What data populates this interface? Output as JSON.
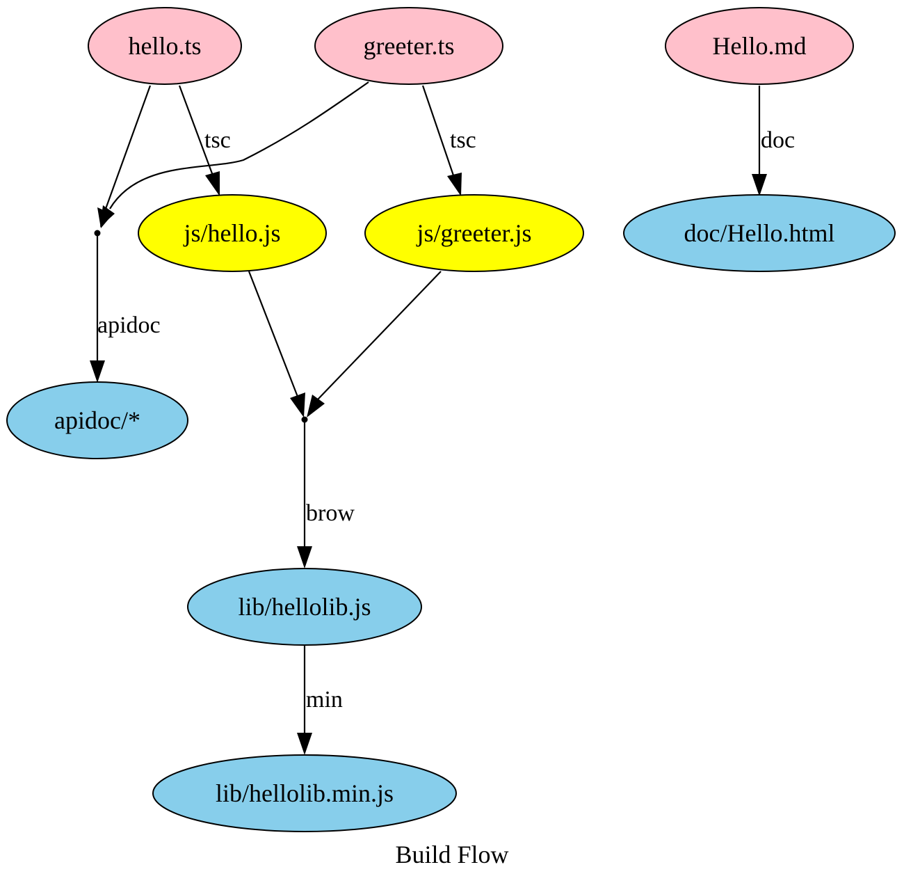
{
  "title": "Build Flow",
  "colors": {
    "source": "#ffc0cb",
    "intermediate": "#ffff00",
    "output": "#87ceeb",
    "stroke": "#000000"
  },
  "nodes": [
    {
      "id": "hello_ts",
      "label": "hello.ts",
      "kind": "source"
    },
    {
      "id": "greeter_ts",
      "label": "greeter.ts",
      "kind": "source"
    },
    {
      "id": "hello_md",
      "label": "Hello.md",
      "kind": "source"
    },
    {
      "id": "js_hello",
      "label": "js/hello.js",
      "kind": "intermediate"
    },
    {
      "id": "js_greeter",
      "label": "js/greeter.js",
      "kind": "intermediate"
    },
    {
      "id": "doc_hello",
      "label": "doc/Hello.html",
      "kind": "output"
    },
    {
      "id": "apidoc_all",
      "label": "apidoc/*",
      "kind": "output"
    },
    {
      "id": "hellolib",
      "label": "lib/hellolib.js",
      "kind": "output"
    },
    {
      "id": "hellolib_min",
      "label": "lib/hellolib.min.js",
      "kind": "output"
    },
    {
      "id": "junction_apidoc",
      "label": "",
      "kind": "junction"
    },
    {
      "id": "junction_brow",
      "label": "",
      "kind": "junction"
    }
  ],
  "edges": [
    {
      "from": "hello_ts",
      "to": "junction_apidoc",
      "label": ""
    },
    {
      "from": "greeter_ts",
      "to": "junction_apidoc",
      "label": ""
    },
    {
      "from": "hello_ts",
      "to": "js_hello",
      "label": "tsc"
    },
    {
      "from": "greeter_ts",
      "to": "js_greeter",
      "label": "tsc"
    },
    {
      "from": "hello_md",
      "to": "doc_hello",
      "label": "doc"
    },
    {
      "from": "junction_apidoc",
      "to": "apidoc_all",
      "label": "apidoc"
    },
    {
      "from": "js_hello",
      "to": "junction_brow",
      "label": ""
    },
    {
      "from": "js_greeter",
      "to": "junction_brow",
      "label": ""
    },
    {
      "from": "junction_brow",
      "to": "hellolib",
      "label": "brow"
    },
    {
      "from": "hellolib",
      "to": "hellolib_min",
      "label": "min"
    }
  ]
}
